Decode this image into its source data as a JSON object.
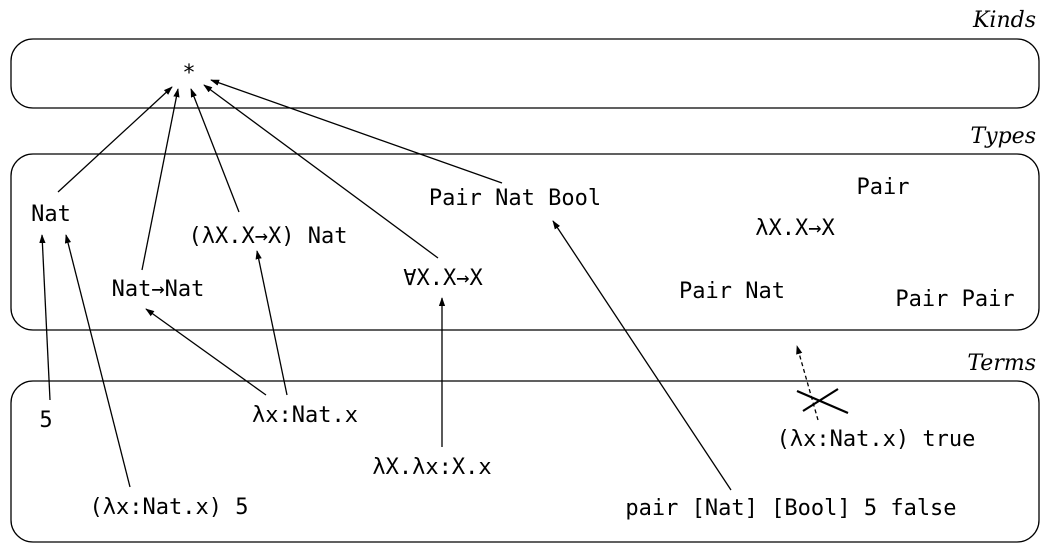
{
  "layers": {
    "kinds": {
      "title": "Kinds"
    },
    "types": {
      "title": "Types"
    },
    "terms": {
      "title": "Terms"
    }
  },
  "kinds": {
    "star": "*"
  },
  "types": {
    "nat": "Nat",
    "nat_arrow_nat": "Nat→Nat",
    "lambda_app_nat": "(λX.X→X) Nat",
    "forall": "∀X.X→X",
    "pair_nat_bool": "Pair Nat Bool",
    "pair": "Pair",
    "lambda_type": "λX.X→X",
    "pair_nat": "Pair Nat",
    "pair_pair": "Pair Pair"
  },
  "terms": {
    "five": "5",
    "lambda_x": "λx:Nat.x",
    "poly_id": "λX.λx:X.x",
    "app_five": "(λx:Nat.x) 5",
    "pair_term": "pair [Nat] [Bool] 5 false",
    "ill_typed": "(λx:Nat.x) true"
  }
}
